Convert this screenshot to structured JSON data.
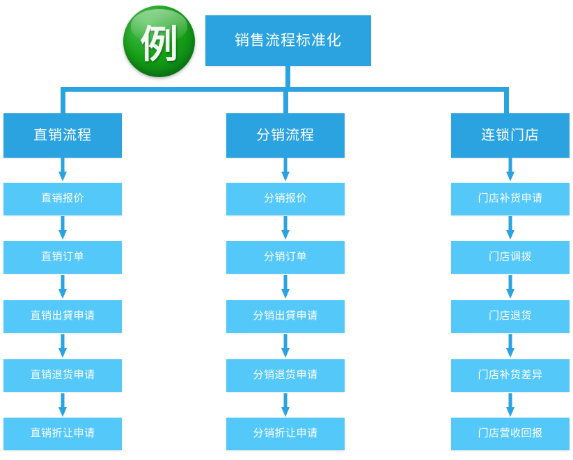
{
  "diagram": {
    "badge": {
      "label": "例",
      "color": "#16a016"
    },
    "root": {
      "label": "销售流程标准化"
    },
    "colors": {
      "header_box": "#2ba3e0",
      "item_box": "#55c8fa",
      "connector": "#2ba3e0",
      "text": "#ffffff"
    },
    "columns": [
      {
        "header": "直销流程",
        "items": [
          "直销报价",
          "直销订单",
          "直销出貸申请",
          "直销退货申请",
          "直销折让申请"
        ]
      },
      {
        "header": "分销流程",
        "items": [
          "分销报价",
          "分销订单",
          "分销出貸申请",
          "分销退货申请",
          "分销折让申请"
        ]
      },
      {
        "header": "连锁门店",
        "items": [
          "门店补货申请",
          "门店调拨",
          "门店退货",
          "门店补货差异",
          "门店营收回报"
        ]
      }
    ]
  }
}
